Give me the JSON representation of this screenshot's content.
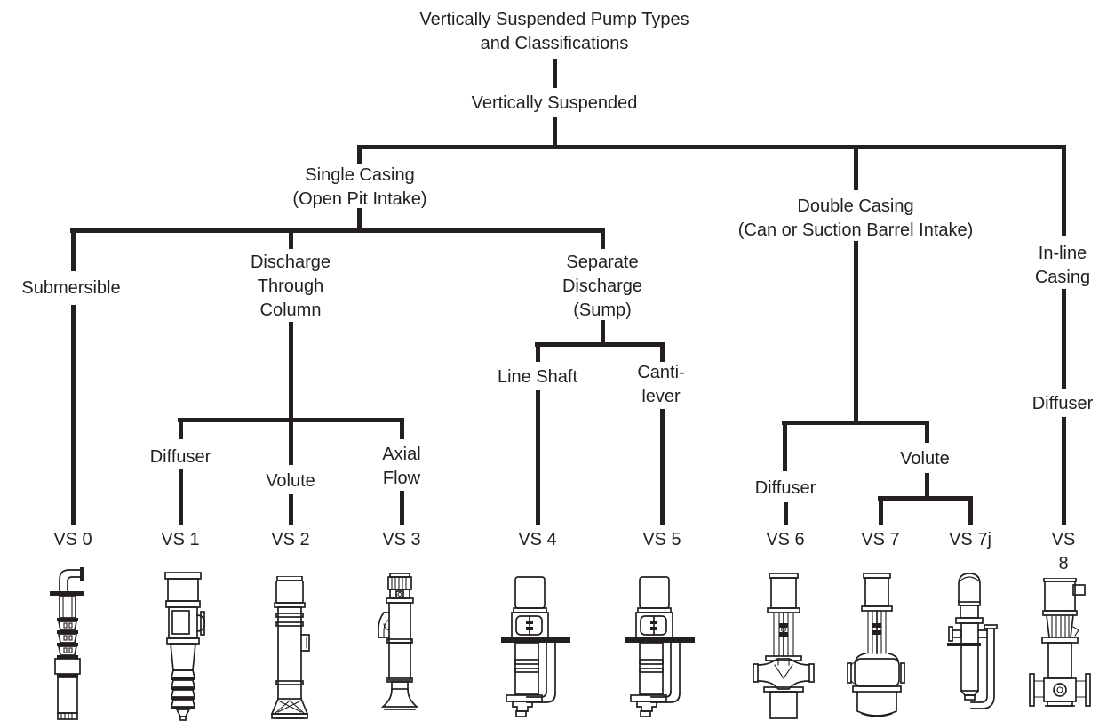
{
  "colors": {
    "ink": "#231f20",
    "background": "#ffffff"
  },
  "tree": {
    "title": "Vertically Suspended Pump Types\nand Classifications",
    "root": "Vertically Suspended",
    "level1": {
      "single_casing": "Single Casing\n(Open Pit Intake)",
      "double_casing": "Double Casing\n(Can or Suction Barrel Intake)",
      "inline_casing": "In-line\nCasing"
    },
    "single_casing_children": {
      "submersible": "Submersible",
      "discharge_through_column": "Discharge\nThrough\nColumn",
      "separate_discharge": "Separate\nDischarge\n(Sump)"
    },
    "discharge_through_column_children": {
      "diffuser": "Diffuser",
      "volute": "Volute",
      "axial_flow": "Axial\nFlow"
    },
    "separate_discharge_children": {
      "line_shaft": "Line Shaft",
      "cantilever": "Canti-\nlever"
    },
    "double_casing_children": {
      "diffuser": "Diffuser",
      "volute": "Volute"
    },
    "inline_casing_children": {
      "diffuser": "Diffuser"
    }
  },
  "designations": [
    "VS 0",
    "VS 1",
    "VS 2",
    "VS 3",
    "VS 4",
    "VS 5",
    "VS 6",
    "VS 7",
    "VS 7j",
    "VS 8"
  ]
}
